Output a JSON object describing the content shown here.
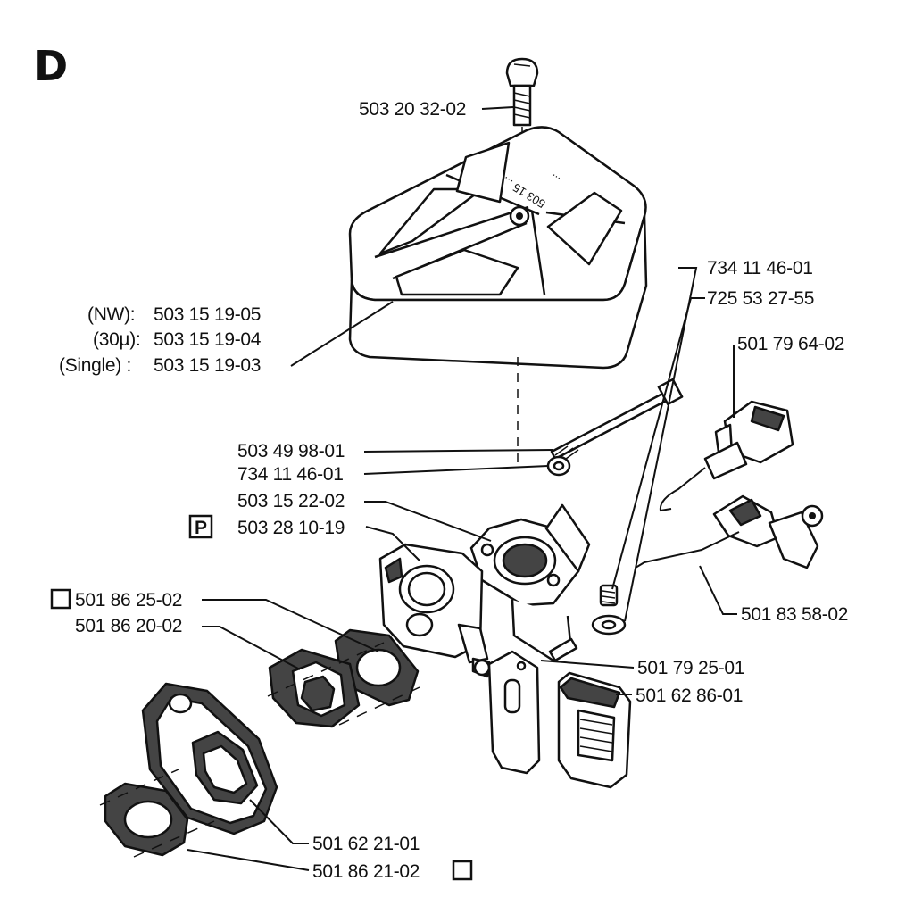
{
  "section_letter": "D",
  "cover_stamp": {
    "line1": "503 15 ...",
    "line2": "..."
  },
  "labels": {
    "screw_top": "503 20 32-02",
    "cover_nw_prefix": "(NW):",
    "cover_nw_part": "503 15 19-05",
    "cover_30u_prefix": "(30µ):",
    "cover_30u_part": "503 15 19-04",
    "cover_single_prefix": "(Single) :",
    "cover_single_part": "503 15 19-03",
    "washer_right": "734 11 46-01",
    "screw_right": "725 53 27-55",
    "throttle_part": "501 79 64-02",
    "long_bolt": "503 49 98-01",
    "washer_left": "734 11 46-01",
    "bracket": "503 15 22-02",
    "p_marker": "P",
    "carburetor": "503 28 10-19",
    "gasket_top_marker": "□",
    "gasket_top": "501 86 25-02",
    "intake_adapter": "501 86 20-02",
    "choke_link": "501 83 58-02",
    "plate": "501 79 25-01",
    "filter_block": "501 62 86-01",
    "housing": "501 62 21-01",
    "gasket_bottom": "501 86 21-02",
    "gasket_bottom_marker": "□"
  }
}
